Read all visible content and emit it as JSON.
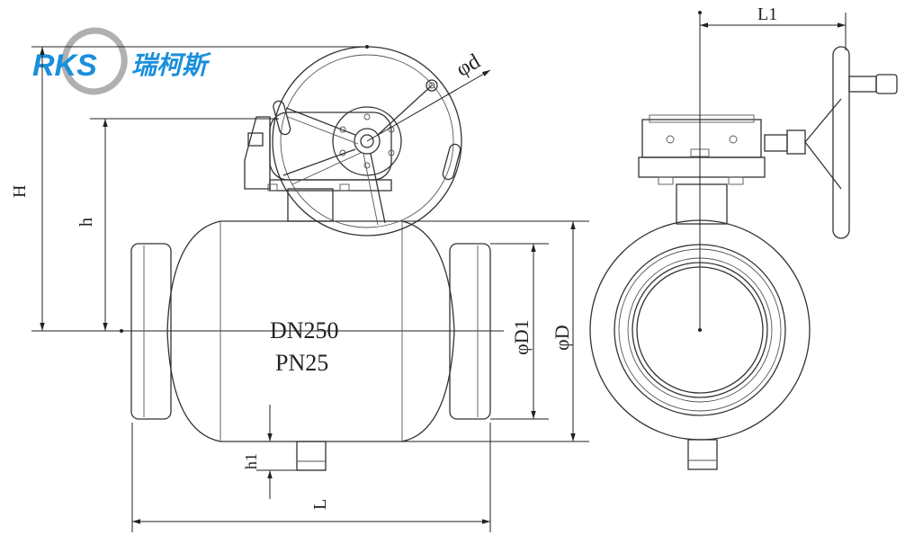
{
  "logo": {
    "text": "RKS瑞柯斯",
    "brand_color": "#1a8fdc",
    "ring_color": "#b0b0b0"
  },
  "labels": {
    "H": "H",
    "h": "h",
    "phi_d": "φd",
    "L1": "L1",
    "phi_D1": "φD1",
    "phi_D": "φD",
    "h1": "h1",
    "L": "L"
  },
  "body_marking": {
    "dn": "DN250",
    "pn": "PN25"
  }
}
